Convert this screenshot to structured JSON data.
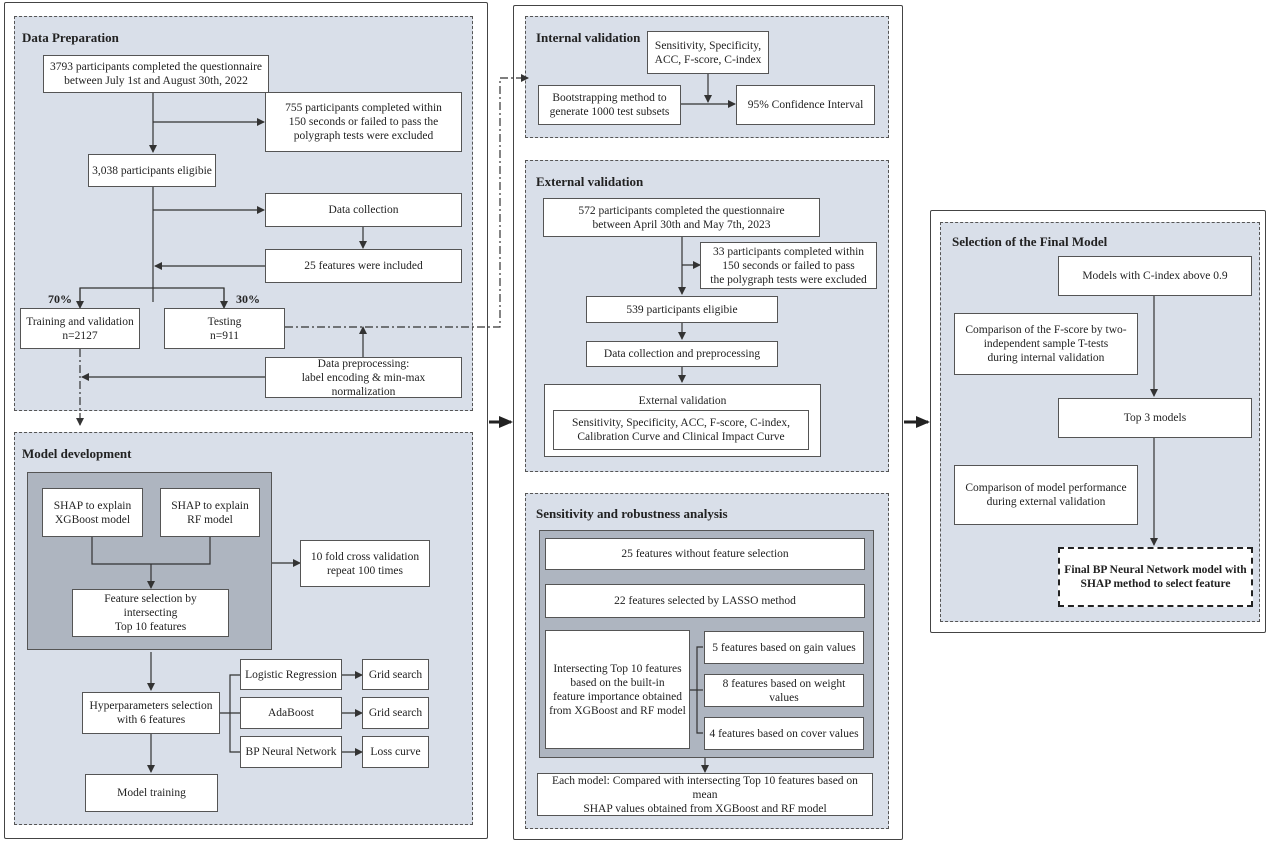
{
  "data_preparation": {
    "title": "Data Preparation",
    "completed": "3793 participants completed the questionnaire\nbetween July 1st and August 30th, 2022",
    "excluded": "755 participants completed within\n150 seconds or failed to pass the\npolygraph tests were excluded",
    "eligible": "3,038 participants eligibie",
    "data_collection": "Data collection",
    "features_included": "25 features were included",
    "pct_train": "70%",
    "pct_test": "30%",
    "training": "Training and validation\nn=2127",
    "testing": "Testing\nn=911",
    "preprocessing": "Data preprocessing:\nlabel encoding & min-max normalization"
  },
  "model_development": {
    "title": "Model development",
    "shap_xgb": "SHAP  to explain\nXGBoost model",
    "shap_rf": "SHAP  to explain\nRF model",
    "cross_validation": "10 fold cross validation\nrepeat 100 times",
    "feature_selection": "Feature selection by intersecting\nTop 10 features",
    "hyperparameters": "Hyperparameters selection\nwith 6 features",
    "logistic": "Logistic Regression",
    "adaboost": "AdaBoost",
    "bpnn": "BP Neural Network",
    "grid1": "Grid search",
    "grid2": "Grid search",
    "loss": "Loss curve",
    "training": "Model training"
  },
  "internal_validation": {
    "title": "Internal validation",
    "metrics": "Sensitivity, Specificity,\nACC, F-score, C-index",
    "bootstrap": "Bootstrapping method to\ngenerate 1000 test subsets",
    "ci": "95% Confidence Interval"
  },
  "external_validation": {
    "title": "External validation",
    "completed": "572 participants completed the questionnaire\nbetween April 30th and May 7th, 2023",
    "excluded": "33 participants completed within\n150 seconds or failed to pass\nthe polygraph tests were excluded",
    "eligible": "539 participants eligibie",
    "collection": "Data collection and  preprocessing",
    "ext_label": "External validation",
    "ext_metrics": "Sensitivity, Specificity, ACC, F-score, C-index,\nCalibration Curve and Clinical Impact Curve"
  },
  "sensitivity": {
    "title": "Sensitivity and robustness analysis",
    "no_selection": "25 features without feature selection",
    "lasso": "22 features selected by LASSO method",
    "intersecting": "Intersecting Top 10 features\nbased on the built-in\nfeature importance obtained\nfrom XGBoost and RF model",
    "gain": "5 features based on gain values",
    "weight": "8 features based on weight values",
    "cover": "4 features based on cover values",
    "each_model": "Each model: Compared with intersecting Top 10 features based on mean\nSHAP values obtained from XGBoost and RF model"
  },
  "final_model": {
    "title": "Selection of the Final Model",
    "cindex": "Models with C-index above 0.9",
    "fscore": "Comparison of the F-score by two-\nindependent sample T-tests\nduring internal validation",
    "top3": "Top 3 models",
    "performance": "Comparison of model performance\nduring external validation",
    "final": "Final BP  Neural Network model with\nSHAP method to select feature"
  }
}
